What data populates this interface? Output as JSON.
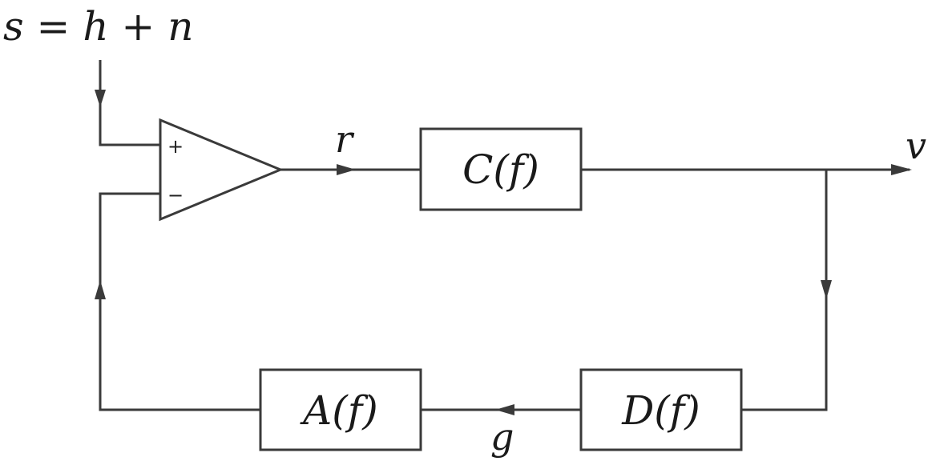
{
  "labels": {
    "input": "s = h + n",
    "error": "r",
    "output": "v",
    "feedback": "g",
    "plus": "+",
    "minus": "−"
  },
  "blocks": {
    "controller": "C(f)",
    "feedback_path": "D(f)",
    "actuator": "A(f)"
  }
}
